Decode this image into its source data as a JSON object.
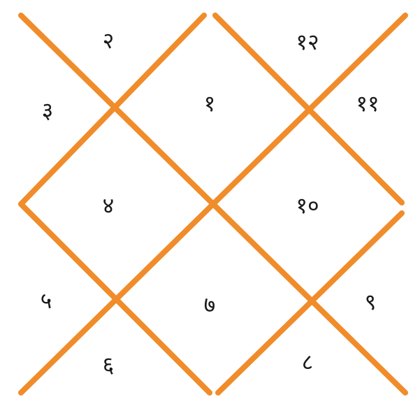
{
  "chart": {
    "line_color": "#f08c2a",
    "text_color": "#1a1a1a",
    "houses": [
      {
        "house": 1,
        "label": "१"
      },
      {
        "house": 2,
        "label": "२"
      },
      {
        "house": 3,
        "label": "३"
      },
      {
        "house": 4,
        "label": "४"
      },
      {
        "house": 5,
        "label": "५"
      },
      {
        "house": 6,
        "label": "६"
      },
      {
        "house": 7,
        "label": "७"
      },
      {
        "house": 8,
        "label": "८"
      },
      {
        "house": 9,
        "label": "९"
      },
      {
        "house": 10,
        "label": "१०"
      },
      {
        "house": 11,
        "label": "११"
      },
      {
        "house": 12,
        "label": "१२"
      }
    ]
  }
}
